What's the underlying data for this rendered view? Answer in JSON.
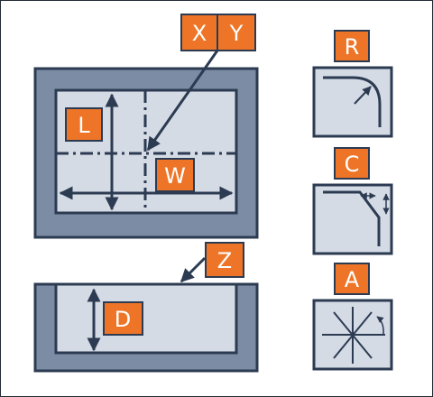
{
  "colors": {
    "accent": "#ee7527",
    "frame_fill": "#7b8ca4",
    "inner_fill": "#d4dbe5",
    "stroke": "#2c3b52",
    "label_text": "#ffffff",
    "background": "#ffffff"
  },
  "labels": {
    "x": "X",
    "y": "Y",
    "l": "L",
    "w": "W",
    "z": "Z",
    "d": "D",
    "r": "R",
    "c": "C",
    "a": "A"
  }
}
